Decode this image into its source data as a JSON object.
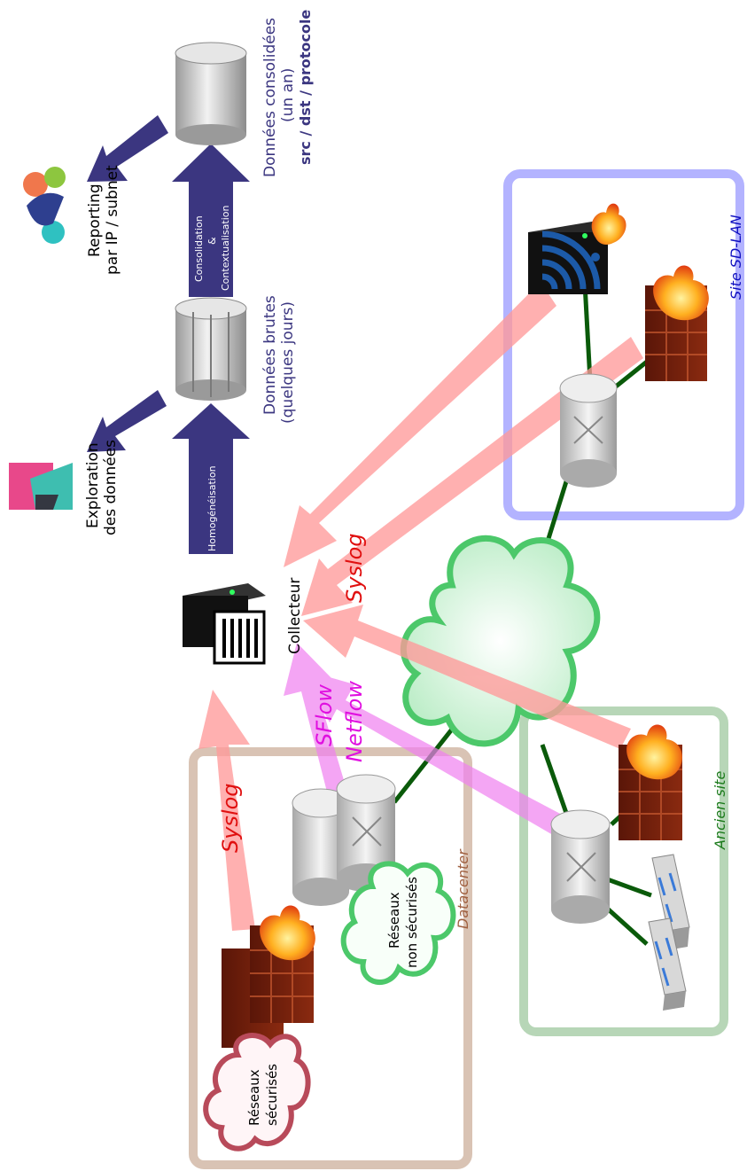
{
  "labels": {
    "reporting_line1": "Reporting",
    "reporting_line2": "par IP / subnet",
    "exploration_line1": "Exploration",
    "exploration_line2": "des données",
    "consolidated_line1": "Données consolidées",
    "consolidated_line2": "(un an)",
    "consolidated_line3": "src / dst / protocole",
    "raw_line1": "Données brutes",
    "raw_line2": "(quelques jours)",
    "consolidation_line1": "Consolidation",
    "consolidation_line2": "&",
    "consolidation_line3": "Contextualisation",
    "homogeneisation": "Homogénéisation",
    "collector": "Collecteur",
    "syslog_top": "Syslog",
    "syslog_left": "Syslog",
    "sflow": "SFlow",
    "netflow": "Netflow",
    "site_sdlan": "Site SD-LAN",
    "ancien_site": "Ancien site",
    "datacenter": "Datacenter",
    "unsecured_line1": "Réseaux",
    "unsecured_line2": "non sécurisés",
    "secured_line1": "Réseaux",
    "secured_line2": "sécurisés"
  },
  "colors": {
    "sdlan_frame": "#b3b3ff",
    "ancien_frame": "#b7d6b7",
    "datacenter_frame": "#d9c3b4",
    "syslog_arrow": "#ff9a9a",
    "flow_arrow": "#f080f0",
    "pipeline_arrow": "#3b3680",
    "wan_cloud": "#4cc86a",
    "link": "#0a5a0a",
    "syslog_text": "#e01010",
    "flow_text": "#e010e0",
    "db_text": "#3b3680"
  },
  "icons": [
    "database-icon",
    "server-icon",
    "router-icon",
    "firewall-icon",
    "switch-icon",
    "wifi-access-point-icon",
    "cloud-icon",
    "kibana-logo",
    "dashboard-logo"
  ]
}
